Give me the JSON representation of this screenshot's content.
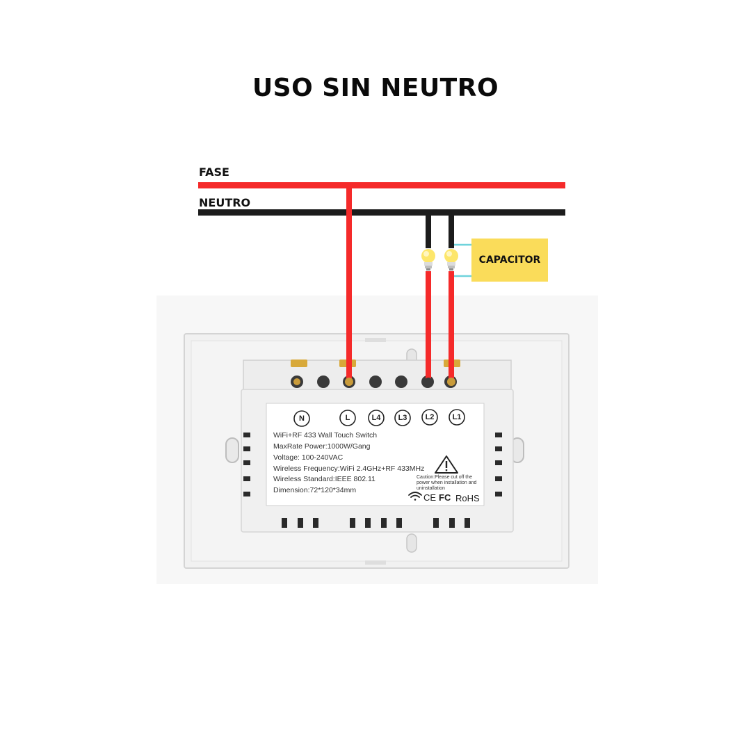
{
  "title": "USO SIN NEUTRO",
  "wires": {
    "phase_label": "FASE",
    "neutral_label": "NEUTRO",
    "phase_color": "#f52a2a",
    "neutral_color": "#1c1c1c",
    "capacitor_link_color": "#6fd3dc"
  },
  "capacitor": {
    "label": "CAPACITOR",
    "color": "#fadc5a"
  },
  "switch": {
    "terminals": [
      "N",
      "L",
      "L4",
      "L3",
      "L2",
      "L1"
    ],
    "specs": [
      "WiFi+RF 433 Wall Touch Switch",
      "MaxRate Power:1000W/Gang",
      "Voltage: 100-240VAC",
      "Wireless Frequency:WiFi 2.4GHz+RF 433MHz",
      "Wireless Standard:IEEE 802.11",
      "Dimension:72*120*34mm"
    ],
    "caution": "Caution:Please cut off the power when installation and uninstallation",
    "certifications": [
      "CE",
      "FC",
      "RoHS"
    ]
  },
  "icons": [
    "bulb-icon",
    "bulb-icon",
    "warning-icon",
    "wifi-icon"
  ]
}
